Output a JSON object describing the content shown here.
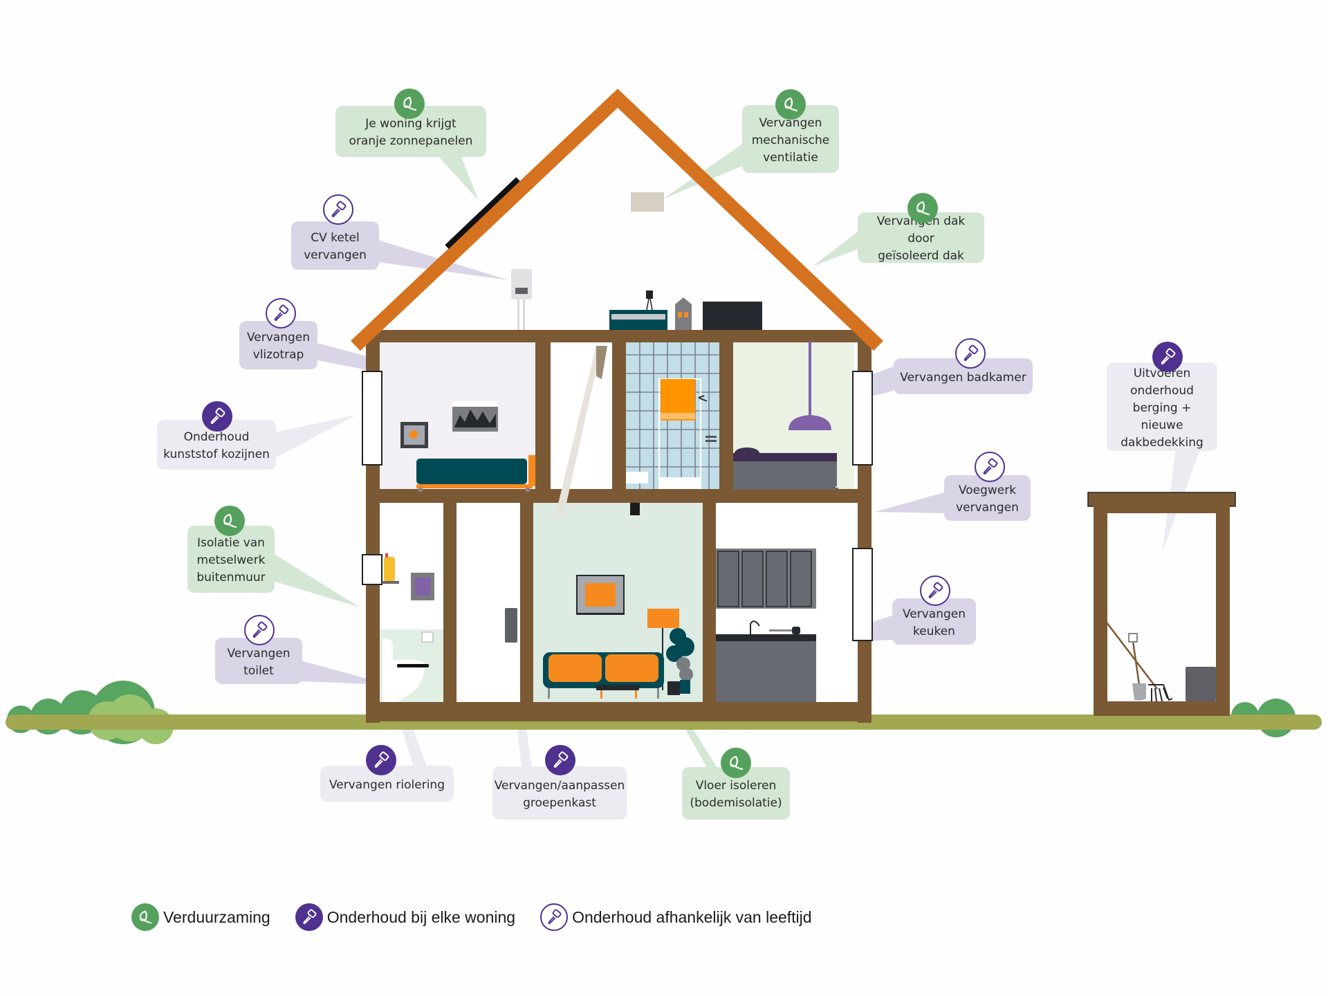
{
  "colors": {
    "roof": "#d5721f",
    "frame": "#7a5934",
    "ground": "#a2a852",
    "bush_dark": "#58a461",
    "bush_light": "#9ac46e",
    "verduurzaming_green": "#55a05d",
    "onderhoud_purple": "#4f3190",
    "callout_green_bg": "#d4e6d4",
    "callout_lavender_bg": "#d9d4e6",
    "callout_gray_bg": "#ecebf2"
  },
  "callouts": [
    {
      "id": "zonnepanelen",
      "type": "verduurzaming",
      "text": "Je woning krijgt\noranje zonnepanelen"
    },
    {
      "id": "ventilatie",
      "type": "verduurzaming",
      "text": "Vervangen\nmechanische\nventilatie"
    },
    {
      "id": "cv-ketel",
      "type": "leeftijd",
      "text": "CV ketel\nvervangen"
    },
    {
      "id": "dak",
      "type": "verduurzaming",
      "text": "Vervangen dak door\ngeïsoleerd dak"
    },
    {
      "id": "vlizotrap",
      "type": "leeftijd",
      "text": "Vervangen\nvlizotrap"
    },
    {
      "id": "badkamer",
      "type": "leeftijd",
      "text": "Vervangen badkamer"
    },
    {
      "id": "berging",
      "type": "elke-woning",
      "text": "Uitvoeren\nonderhoud\nberging + nieuwe\ndakbedekking"
    },
    {
      "id": "kozijnen",
      "type": "elke-woning",
      "text": "Onderhoud\nkunststof kozijnen"
    },
    {
      "id": "voegwerk",
      "type": "leeftijd",
      "text": "Voegwerk\nvervangen"
    },
    {
      "id": "buitenmuur",
      "type": "verduurzaming",
      "text": "Isolatie van\nmetselwerk\nbuitenmuur"
    },
    {
      "id": "keuken",
      "type": "leeftijd",
      "text": "Vervangen\nkeuken"
    },
    {
      "id": "toilet",
      "type": "leeftijd",
      "text": "Vervangen\ntoilet"
    },
    {
      "id": "riolering",
      "type": "elke-woning",
      "text": "Vervangen riolering"
    },
    {
      "id": "groepenkast",
      "type": "elke-woning",
      "text": "Vervangen/aanpassen\ngroepenkast"
    },
    {
      "id": "vloer",
      "type": "verduurzaming",
      "text": "Vloer isoleren\n(bodemisolatie)"
    }
  ],
  "legend": [
    {
      "icon": "leaf-icon",
      "label": "Verduurzaming"
    },
    {
      "icon": "hammer-solid-icon",
      "label": "Onderhoud bij elke woning"
    },
    {
      "icon": "hammer-outline-icon",
      "label": "Onderhoud afhankelijk van leeftijd"
    }
  ]
}
